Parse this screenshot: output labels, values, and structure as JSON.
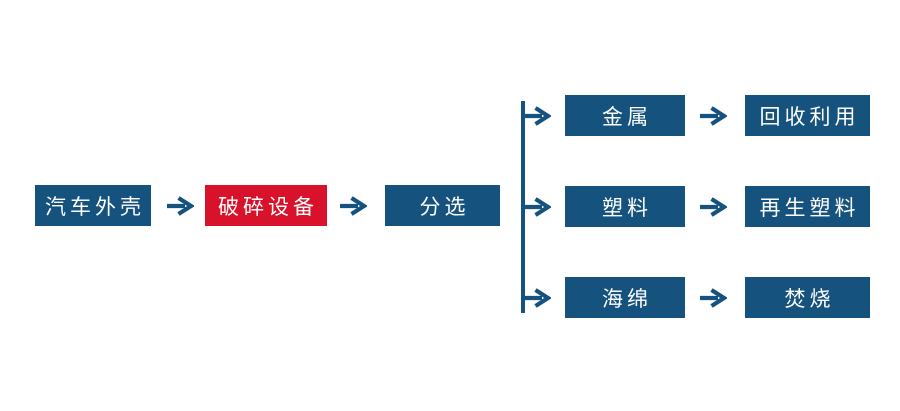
{
  "diagram": {
    "type": "flowchart",
    "main_flow": {
      "nodes": [
        {
          "label": "汽车外壳",
          "style": "blue"
        },
        {
          "label": "破碎设备",
          "style": "red"
        },
        {
          "label": "分选",
          "style": "blue"
        }
      ]
    },
    "branches": [
      {
        "material": "金属",
        "outcome": "回收利用"
      },
      {
        "material": "塑料",
        "outcome": "再生塑料"
      },
      {
        "material": "海绵",
        "outcome": "焚烧"
      }
    ],
    "icons": {
      "arrow_right": "→"
    }
  },
  "colors": {
    "node_blue": "#15527D",
    "node_red": "#D8122B",
    "connector": "#15527D",
    "text": "#FFFFFF",
    "background": "#FFFFFF"
  }
}
